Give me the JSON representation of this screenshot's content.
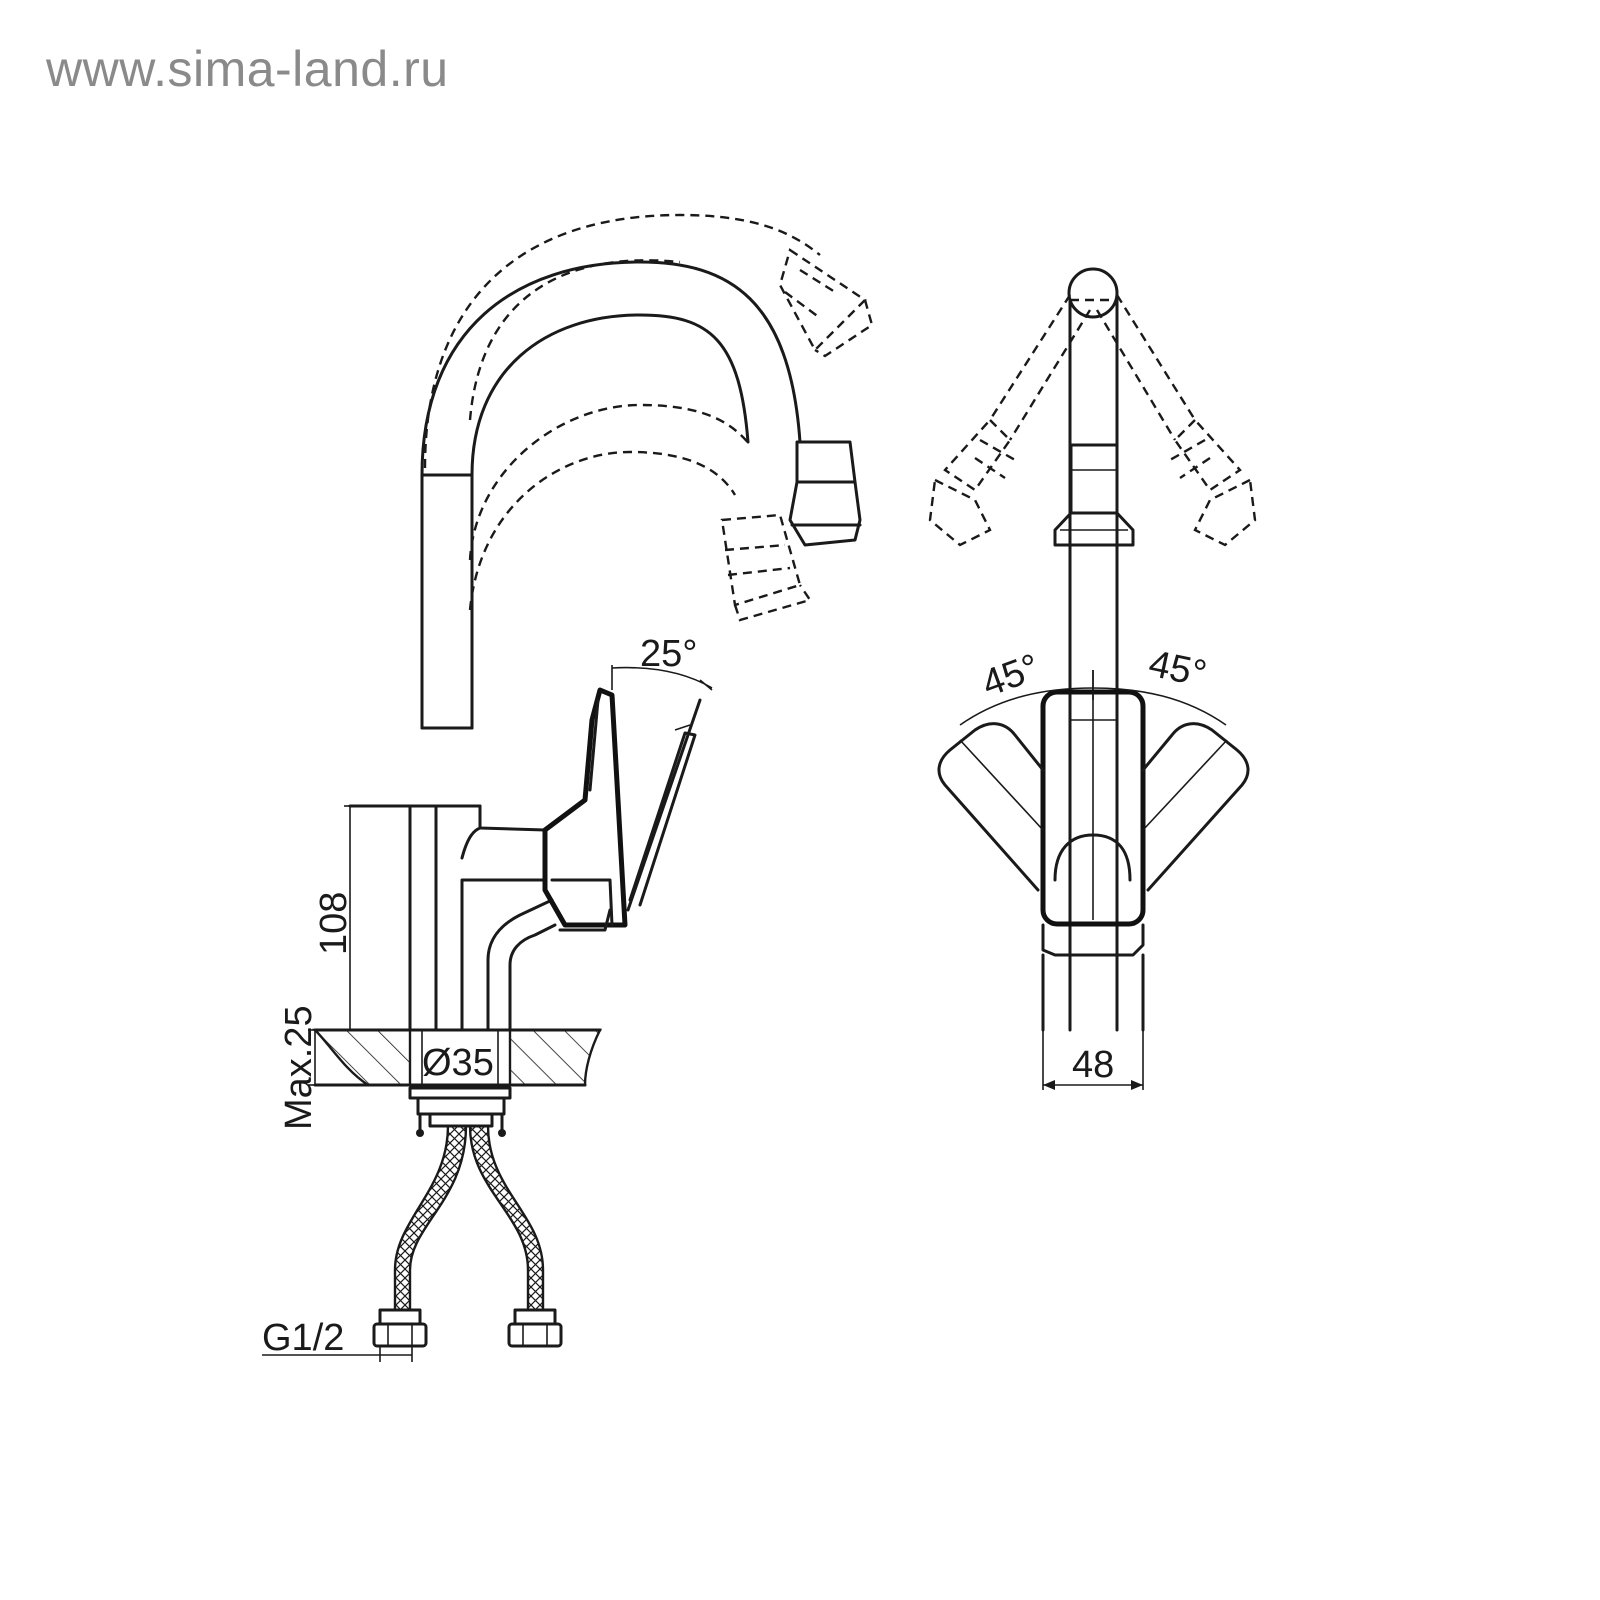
{
  "watermark": "www.sima-land.ru",
  "dimensions": {
    "lever_angle": "25°",
    "height": "108",
    "max_thickness": "Max.25",
    "hole_diameter": "Ø35",
    "thread": "G1/2",
    "swivel_left": "45°",
    "swivel_right": "45°",
    "body_width": "48"
  }
}
